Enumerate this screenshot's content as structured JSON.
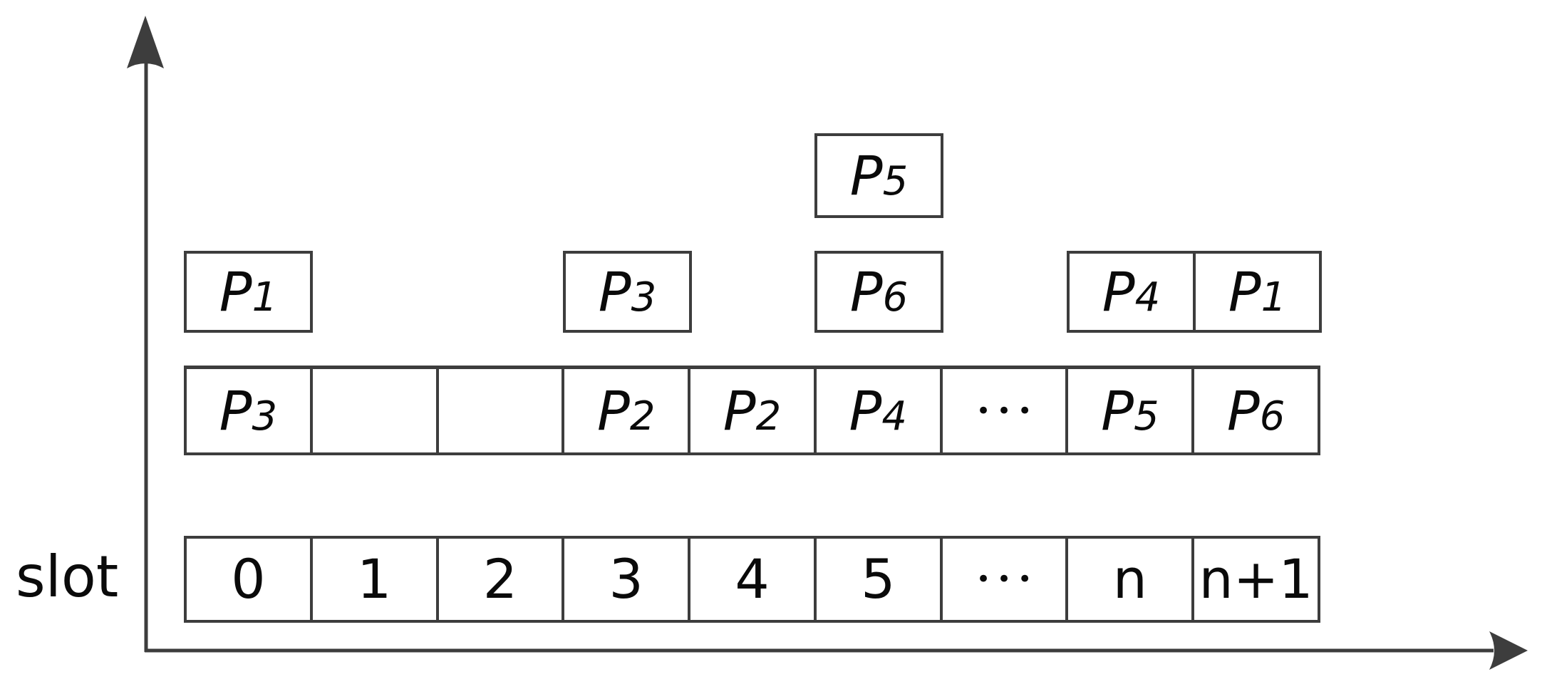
{
  "colors": {
    "line": "#3d3d3d",
    "text": "#0a0a0a",
    "bg": "#ffffff"
  },
  "axis": {
    "label": "slot"
  },
  "boxes": {
    "p1_slot0": {
      "p": "P",
      "sub": "1"
    },
    "p3_slot3": {
      "p": "P",
      "sub": "3"
    },
    "p5_stacked": {
      "p": "P",
      "sub": "5"
    },
    "p6_slot5": {
      "p": "P",
      "sub": "6"
    },
    "p4_slot_n": {
      "p": "P",
      "sub": "4"
    },
    "p1_slot_n1": {
      "p": "P",
      "sub": "1"
    }
  },
  "queue_row": {
    "cells": [
      {
        "p": "P",
        "sub": "3"
      },
      {
        "p": "",
        "sub": ""
      },
      {
        "p": "",
        "sub": ""
      },
      {
        "p": "P",
        "sub": "2"
      },
      {
        "p": "P",
        "sub": "2"
      },
      {
        "p": "P",
        "sub": "4"
      },
      {
        "dots": "•••"
      },
      {
        "p": "P",
        "sub": "5"
      },
      {
        "p": "P",
        "sub": "6"
      }
    ]
  },
  "slot_row": {
    "cells": [
      {
        "label": "0"
      },
      {
        "label": "1"
      },
      {
        "label": "2"
      },
      {
        "label": "3"
      },
      {
        "label": "4"
      },
      {
        "label": "5"
      },
      {
        "dots": "•••"
      },
      {
        "label": "n"
      },
      {
        "label": "n+1"
      }
    ]
  }
}
